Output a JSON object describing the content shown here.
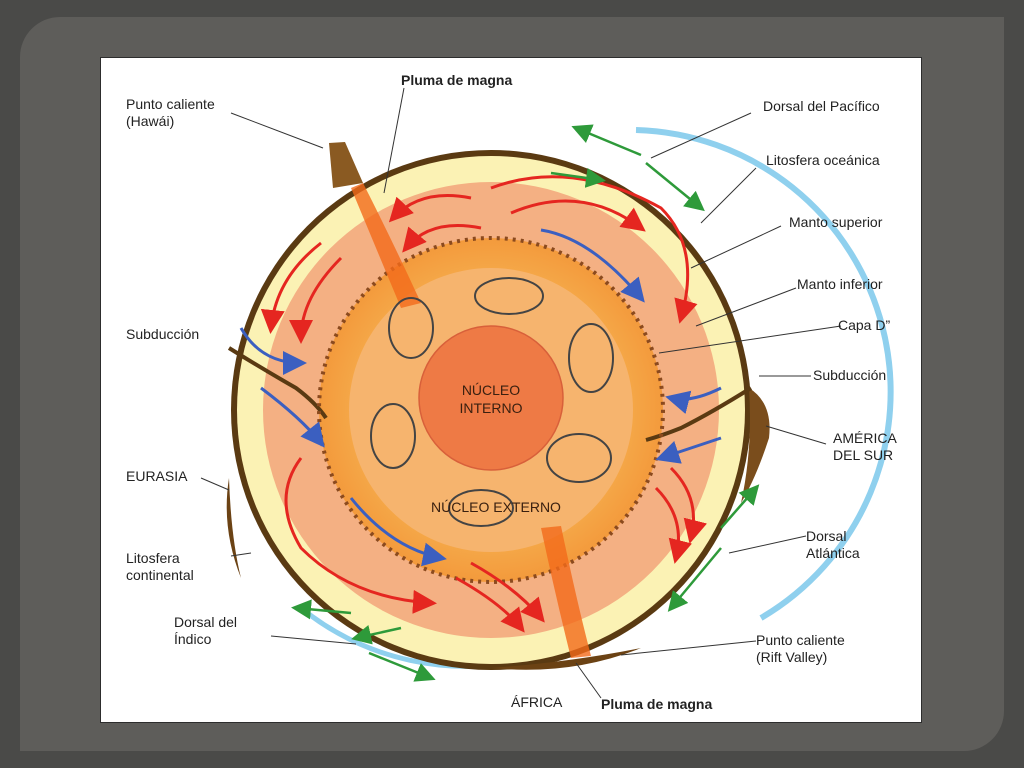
{
  "labels": {
    "punto_caliente_hawai": "Punto caliente\n(Hawái)",
    "pluma_magna_top": "Pluma de magna",
    "dorsal_pacifico": "Dorsal del Pacífico",
    "litosfera_oceanica": "Litosfera oceánica",
    "manto_superior": "Manto superior",
    "manto_inferior": "Manto inferior",
    "capa_d": "Capa D”",
    "subduccion_left": "Subducción",
    "subduccion_right": "Subducción",
    "america_sur": "AMÉRICA\nDEL SUR",
    "eurasia": "EURASIA",
    "litosfera_continental": "Litosfera\ncontinental",
    "dorsal_atlantica": "Dorsal\nAtlántica",
    "dorsal_indico": "Dorsal del\nÍndico",
    "punto_caliente_rift": "Punto caliente\n(Rift Valley)",
    "africa": "ÁFRICA",
    "pluma_magna_bottom": "Pluma de magna",
    "nucleo_interno": "NÚCLEO\nINTERNO",
    "nucleo_externo": "NÚCLEO EXTERNO"
  },
  "colors": {
    "crust": "#5a3a12",
    "upper_mantle": "#fbf2b4",
    "lower_mantle": "#f4b083",
    "d_layer": "#f7a54e",
    "outer_core": "#f6b46e",
    "inner_core": "#ee7a45",
    "arrow_red": "#e52620",
    "arrow_blue": "#3b5fc0",
    "arrow_green": "#2e9a3a",
    "ocean": "#8fd0ee"
  }
}
